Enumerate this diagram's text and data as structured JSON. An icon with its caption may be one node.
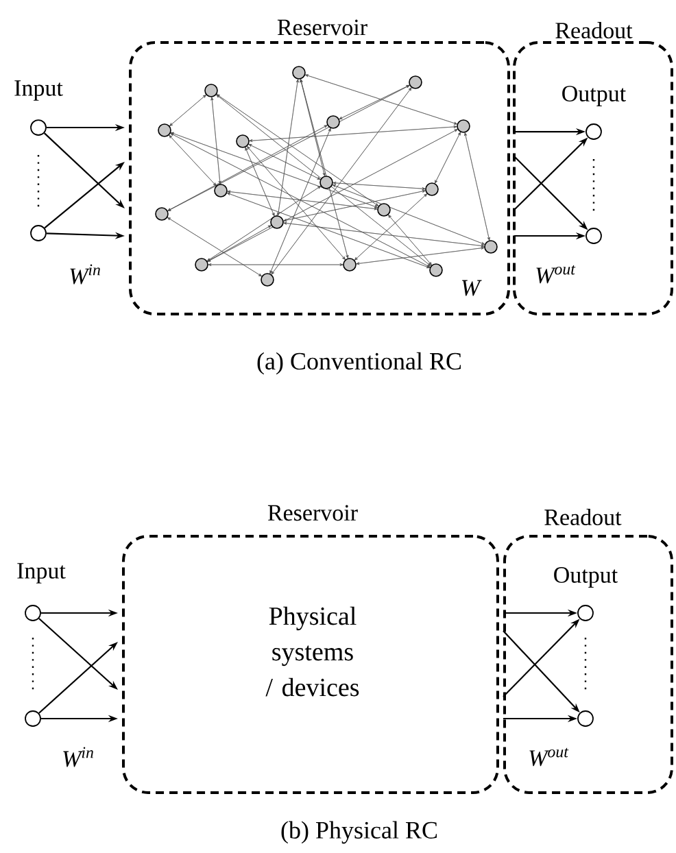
{
  "diagram": {
    "nodes": [
      {
        "text": [
          "Reservoir"
        ]
      },
      {
        "text": [
          "Readout"
        ]
      },
      {
        "text": [],
        "shape": "circle"
      },
      {
        "text": [],
        "shape": "circle"
      },
      {
        "text": [],
        "shape": "circle",
        "in": 1
      },
      {
        "text": [],
        "shape": "circle",
        "in": 1
      },
      {
        "text": [
          "Reservoir",
          "Physical systems / devices"
        ]
      },
      {
        "text": [
          "Readout"
        ]
      },
      {
        "text": [],
        "shape": "circle"
      },
      {
        "text": [],
        "shape": "circle"
      },
      {
        "text": [],
        "shape": "circle",
        "in": 7
      },
      {
        "text": [],
        "shape": "circle",
        "in": 7
      }
    ],
    "edges": [
      {
        "from": 2,
        "to": 0,
        "arrow": "to"
      },
      {
        "from": 2,
        "to": 0,
        "arrow": "to"
      },
      {
        "from": 3,
        "to": 0,
        "arrow": "to"
      },
      {
        "from": 3,
        "to": 0,
        "arrow": "to"
      },
      {
        "from": 0,
        "to": 4,
        "arrow": "to"
      },
      {
        "from": 0,
        "to": 5,
        "arrow": "to"
      },
      {
        "from": 0,
        "to": 4,
        "arrow": "to"
      },
      {
        "from": 0,
        "to": 5,
        "arrow": "to"
      },
      {
        "from": 8,
        "to": 6,
        "arrow": "to"
      },
      {
        "from": 8,
        "to": 6,
        "arrow": "to"
      },
      {
        "from": 9,
        "to": 6,
        "arrow": "to"
      },
      {
        "from": 9,
        "to": 6,
        "arrow": "to"
      },
      {
        "from": 6,
        "to": 10,
        "arrow": "to"
      },
      {
        "from": 6,
        "to": 11,
        "arrow": "to"
      },
      {
        "from": 6,
        "to": 10,
        "arrow": "to"
      },
      {
        "from": 6,
        "to": 11,
        "arrow": "to"
      }
    ],
    "labels": [
      "Input",
      "Output",
      "W$^{in}$",
      "W",
      "W$^{out}$",
      "(a) Conventional RC",
      "Input",
      "Output",
      "W$^{in}$",
      "W$^{out}$",
      "(b) Physical RC"
    ]
  }
}
